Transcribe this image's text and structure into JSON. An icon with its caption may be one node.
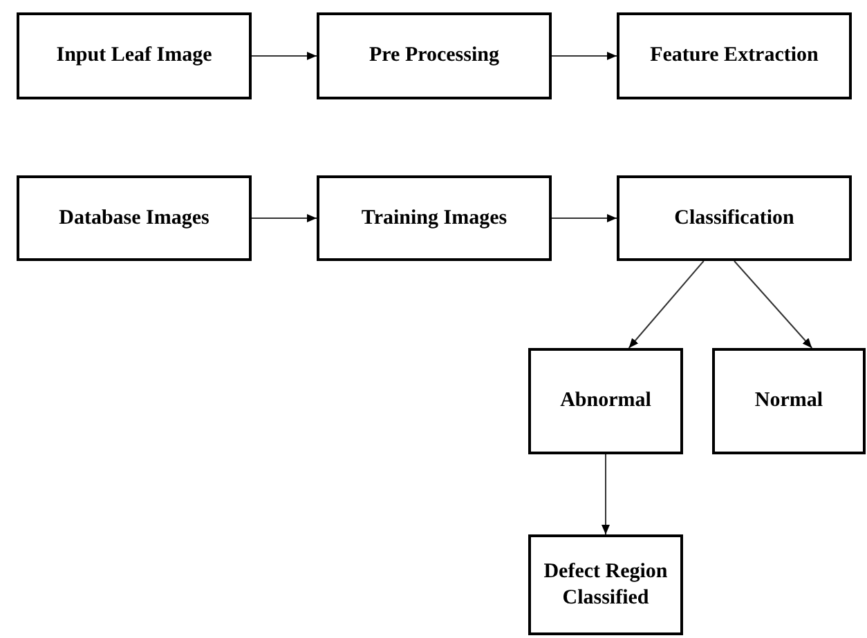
{
  "diagram": {
    "nodes": [
      {
        "text": [
          "Input Leaf Image"
        ]
      },
      {
        "text": [
          "Pre Processing"
        ]
      },
      {
        "text": [
          "Feature Extraction"
        ]
      },
      {
        "text": [
          "Database Images"
        ]
      },
      {
        "text": [
          "Training Images"
        ]
      },
      {
        "text": [
          "Classification"
        ]
      },
      {
        "text": [
          "Abnormal"
        ]
      },
      {
        "text": [
          "Normal"
        ]
      },
      {
        "text": [
          "Defect Region Classified"
        ]
      }
    ],
    "edges": [
      {
        "from": 0,
        "to": 1,
        "arrow": "to"
      },
      {
        "from": 1,
        "to": 2,
        "arrow": "to"
      },
      {
        "from": 3,
        "to": 4,
        "arrow": "to"
      },
      {
        "from": 4,
        "to": 5,
        "arrow": "to"
      },
      {
        "from": 5,
        "to": 6,
        "arrow": "to"
      },
      {
        "from": 5,
        "to": 7,
        "arrow": "to"
      },
      {
        "from": 6,
        "to": 8,
        "arrow": "to"
      }
    ]
  }
}
